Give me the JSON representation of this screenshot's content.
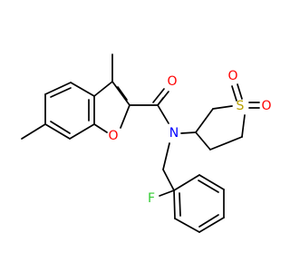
{
  "molecule": {
    "atom_labels": {
      "O_carbonyl": "O",
      "O_furan": "O",
      "N_amide": "N",
      "S_sulfone": "S",
      "O_sulfone_top": "O",
      "O_sulfone_right": "O",
      "F_aryl": "F"
    },
    "colors": {
      "bond": "#000000",
      "oxygen": "#ff0000",
      "nitrogen": "#0000ff",
      "sulfur": "#b8a000",
      "fluorine": "#33cc33"
    }
  }
}
